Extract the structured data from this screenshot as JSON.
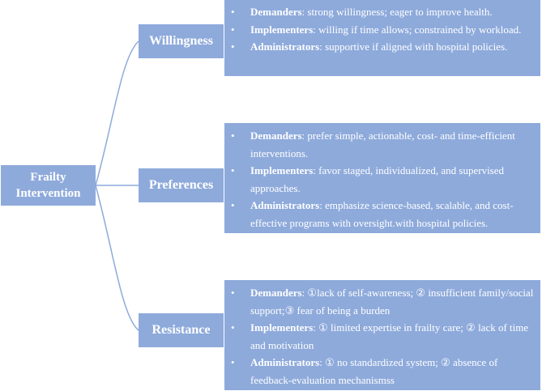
{
  "root": {
    "line1": "Frailty",
    "line2": "Intervention"
  },
  "categories": [
    {
      "label": "Willingness",
      "items": [
        {
          "role": "Demanders",
          "text": ": strong willingness; eager to improve health."
        },
        {
          "role": "Implementers",
          "text": ": willing if time allows; constrained by workload."
        },
        {
          "role": "Administrators",
          "text": ": supportive if aligned with hospital policies."
        }
      ]
    },
    {
      "label": "Preferences",
      "items": [
        {
          "role": "Demanders",
          "text": ": prefer simple, actionable, cost- and time-efficient interventions."
        },
        {
          "role": "Implementers",
          "text": ": favor staged, individualized, and supervised approaches."
        },
        {
          "role": "Administrators",
          "text": ": emphasize science-based, scalable, and cost-effective programs with oversight.with hospital policies."
        }
      ]
    },
    {
      "label": "Resistance",
      "items": [
        {
          "role": "Demanders",
          "text": ": ①lack of self-awareness; ② insufficient family/social support;③ fear of being a burden"
        },
        {
          "role": "Implementers",
          "text": ": ① limited expertise in frailty care; ② lack of time and motivation"
        },
        {
          "role": "Administrators",
          "text": ": ① no standardized system; ② absence of feedback-evaluation mechanismss"
        }
      ]
    }
  ],
  "bullet_glyph": "•",
  "colors": {
    "box": "#8eaadb",
    "line": "#8eaadb",
    "text": "#ffffff"
  }
}
